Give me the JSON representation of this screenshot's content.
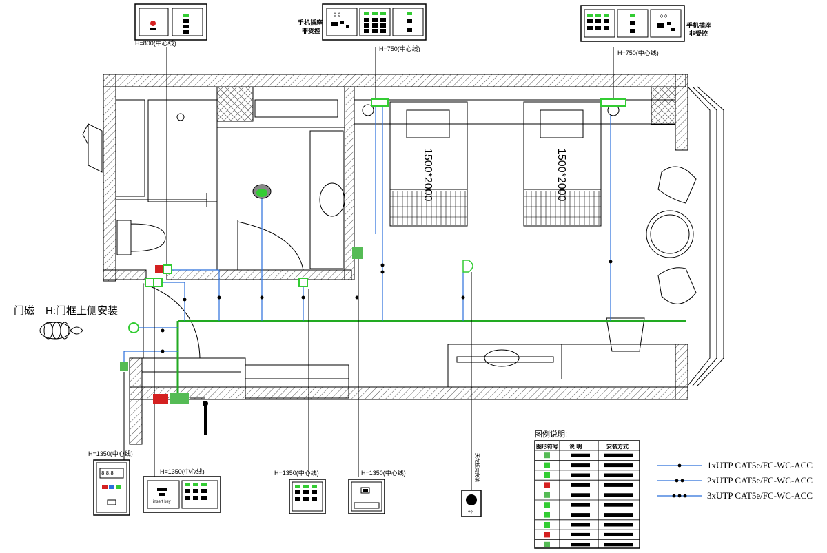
{
  "door_sensor": {
    "label": "门磁",
    "install_note": "H:门框上侧安装"
  },
  "heights": {
    "top_left_panel": "H=800(中心线)",
    "top_middle_panel": "H=750(中心线)",
    "top_right_panel": "H=750(中心线)",
    "thermostat": "H=1350(中心线)",
    "entry_panel": "H=1350(中心线)",
    "switch_panel": "H=1350(中心线)",
    "card_panel": "H=1350(中心线)"
  },
  "panel_notes": {
    "phone_charger_left": [
      "手机插座",
      "非受控"
    ],
    "phone_charger_right": [
      "手机插座",
      "非受控"
    ],
    "ceiling_note": "天花板内安装"
  },
  "bed_labels": [
    "1500*2000",
    "1500*2000"
  ],
  "legend": {
    "title": "图例说明:",
    "headers": [
      "图形符号",
      "说 明",
      "安装方式"
    ],
    "row_count": 10
  },
  "cable_legend": [
    {
      "label": "1xUTP CAT5e/FC-WC-ACC",
      "dots": 1
    },
    {
      "label": "2xUTP CAT5e/FC-WC-ACC",
      "dots": 2
    },
    {
      "label": "3xUTP CAT5e/FC-WC-ACC",
      "dots": 3
    }
  ],
  "colors": {
    "wall_line": "#000000",
    "hatch": "#555555",
    "bus_line": "#22aa22",
    "cable_line": "#2a6fdb",
    "device_green": "#33cc33",
    "device_red": "#d42020"
  }
}
